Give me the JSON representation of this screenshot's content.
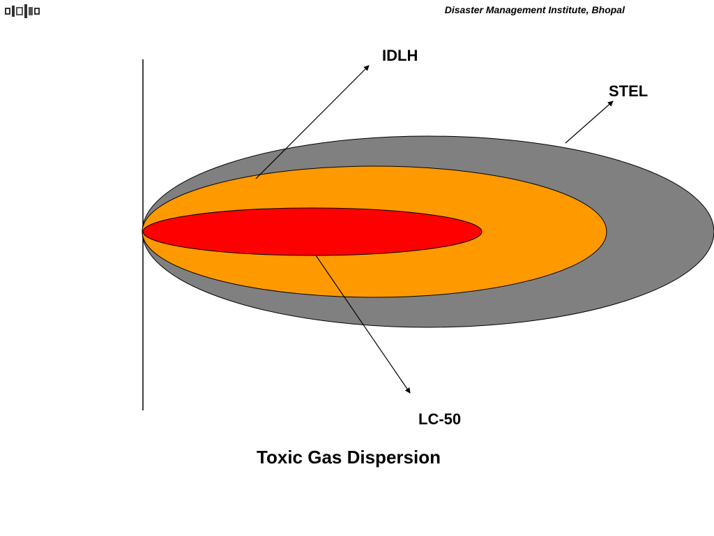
{
  "header": {
    "institute": "Disaster Management Institute, Bhopal",
    "logo_icon": "institute-logo-icon"
  },
  "diagram": {
    "zones": [
      {
        "name": "STEL",
        "color": "#808080"
      },
      {
        "name": "IDLH",
        "color": "#ff9900"
      },
      {
        "name": "LC-50",
        "color": "#ff0000"
      }
    ],
    "labels": {
      "idlh": "IDLH",
      "stel": "STEL",
      "lc50": "LC-50"
    },
    "caption": "Toxic Gas Dispersion",
    "stroke_color": "#000000"
  }
}
